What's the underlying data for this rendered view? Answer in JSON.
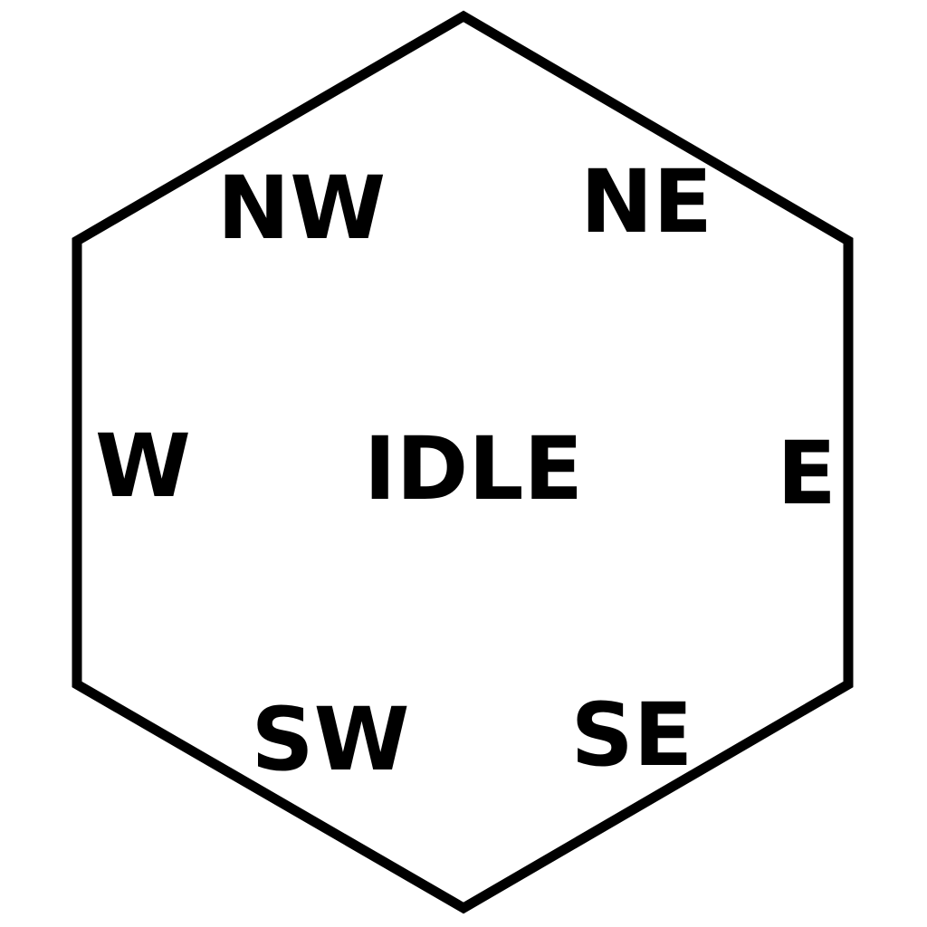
{
  "diagram": {
    "center_label": "IDLE",
    "directions": {
      "nw": "NW",
      "ne": "NE",
      "w": "W",
      "e": "E",
      "sw": "SW",
      "se": "SE"
    },
    "colors": {
      "stroke": "#000000",
      "text": "#000000",
      "background": "#ffffff"
    }
  }
}
